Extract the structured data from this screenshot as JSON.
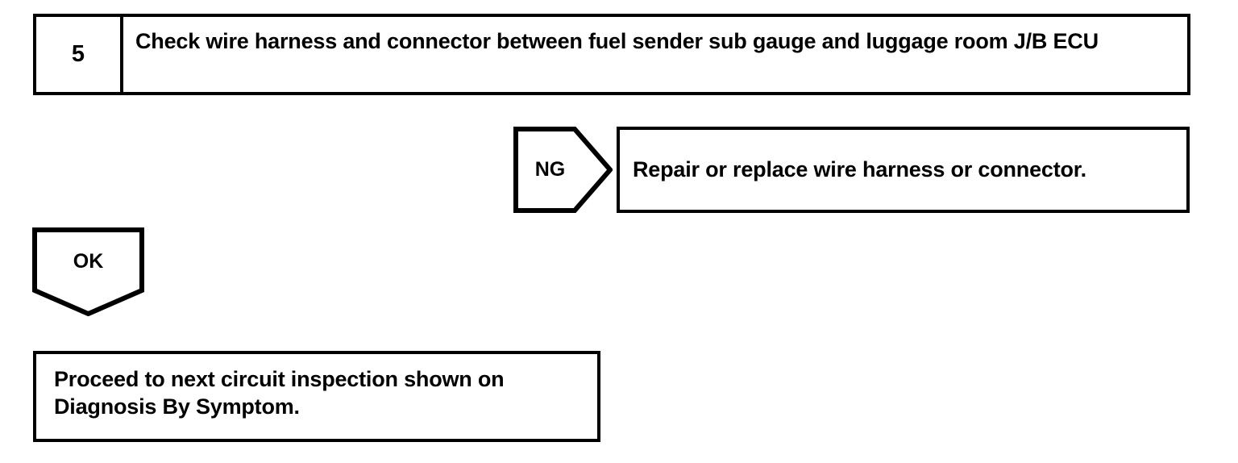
{
  "document": {
    "type": "automotive-diagnostic-flowchart",
    "ink_color": "#000000",
    "background_color": "#ffffff"
  },
  "step": {
    "number": "5",
    "title": "Check wire harness and connector between fuel sender sub gauge and luggage room J/B ECU"
  },
  "branches": {
    "ng": {
      "label": "NG",
      "arrow_direction": "right",
      "result": "Repair or replace wire harness or connector."
    },
    "ok": {
      "label": "OK",
      "arrow_direction": "down"
    }
  },
  "outcome": {
    "text": "Proceed to next circuit inspection shown on Diagnosis By Symptom."
  }
}
